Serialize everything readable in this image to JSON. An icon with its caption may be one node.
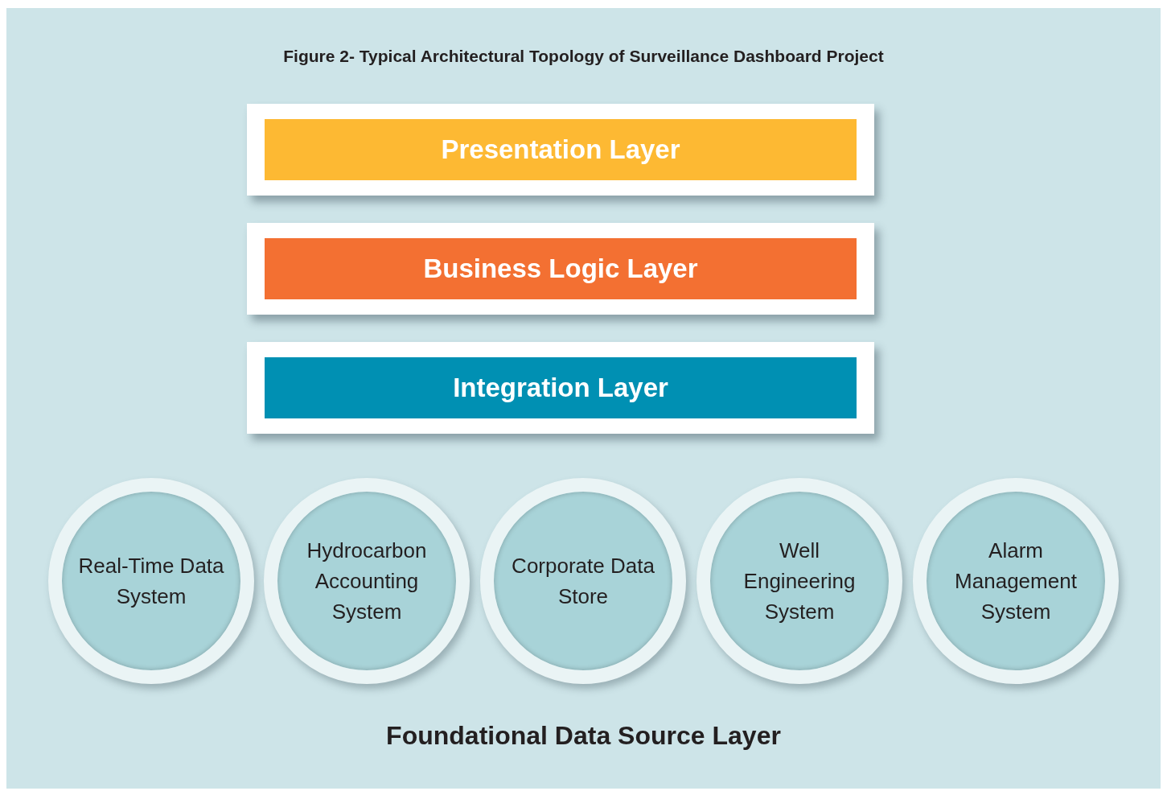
{
  "diagram": {
    "title": "Figure 2- Typical Architectural Topology of Surveillance Dashboard Project",
    "nodes": [
      {
        "text": [
          "Presentation Layer"
        ]
      },
      {
        "text": [
          "Business Logic Layer"
        ]
      },
      {
        "text": [
          "Integration Layer"
        ]
      },
      {
        "text": [
          "Real-Time Data System"
        ]
      },
      {
        "text": [
          "Hydrocarbon Accounting System"
        ]
      },
      {
        "text": [
          "Corporate Data Store"
        ]
      },
      {
        "text": [
          "Well Engineering System"
        ]
      },
      {
        "text": [
          "Alarm Management System"
        ]
      }
    ],
    "labels": [
      "Foundational Data Source Layer"
    ]
  }
}
